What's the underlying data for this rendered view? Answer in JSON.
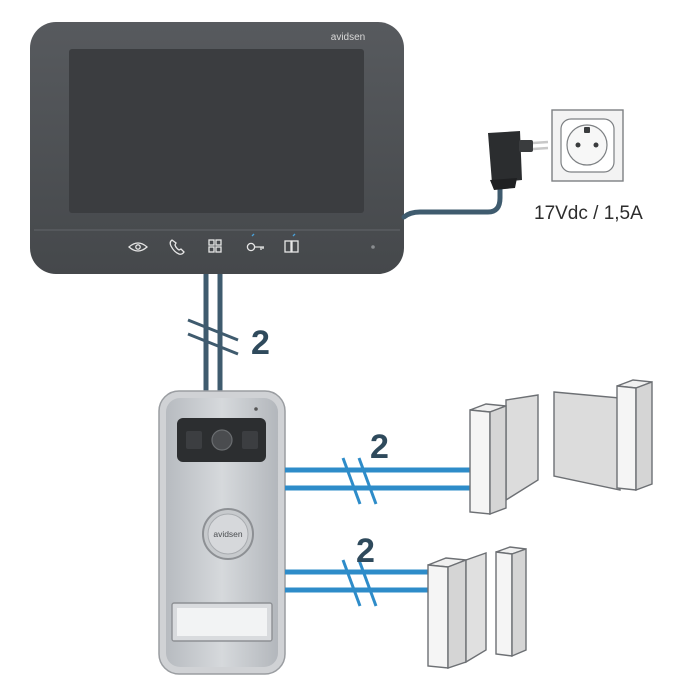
{
  "monitor": {
    "brand": "avidsen",
    "buttons": [
      "eye-icon",
      "phone-icon",
      "grid-icon",
      "key-icon",
      "gate-icon"
    ]
  },
  "power": {
    "spec": "17Vdc / 1,5A"
  },
  "cables": {
    "monitor_to_doorstation_count": "2",
    "doorstation_to_gate_count": "2",
    "doorstation_to_lock_count": "2"
  },
  "door_station": {
    "brand": "avidsen"
  },
  "colors": {
    "monitor_body": "#4a4d50",
    "monitor_screen": "#3b3d40",
    "cable_dark": "#3f5b6e",
    "cable_blue": "#2e8cc9",
    "label_text": "#2f4a5c",
    "panel_silver": "#c9ccd0"
  }
}
